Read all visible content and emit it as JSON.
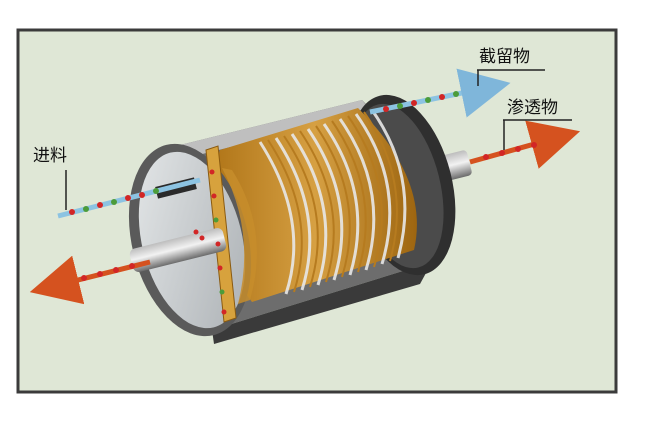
{
  "labels": {
    "feed": "进料",
    "retentate": "截留物",
    "permeate": "渗透物"
  },
  "colors": {
    "panel_bg": "#dfe7d6",
    "frame": "#3b3b3b",
    "shell_dark": "#4a4a4a",
    "core_orange": "#c48a2a",
    "membrane_orange": "#d39a2f",
    "permeate_stream": "#d5521f",
    "retentate_stream": "#8cc3e2",
    "particle_red": "#d22626",
    "particle_green": "#4c9c3a"
  },
  "icons": {
    "module": "spiral-wound-membrane-module-icon"
  }
}
